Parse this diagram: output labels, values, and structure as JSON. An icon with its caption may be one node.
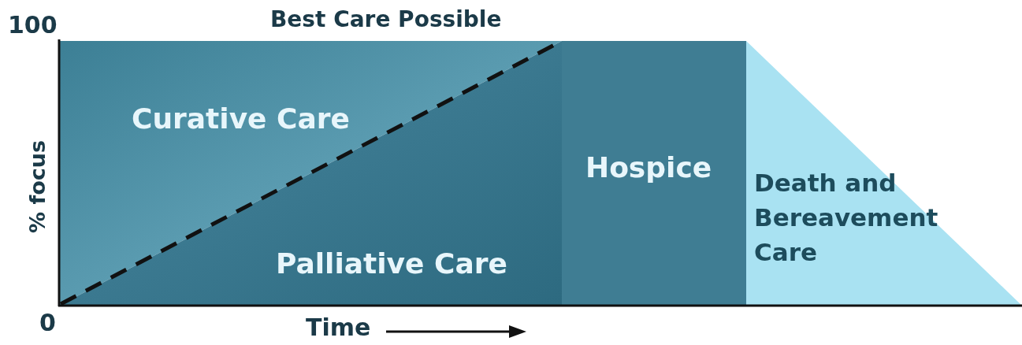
{
  "diagram": {
    "title": "Best Care Possible",
    "nodes": [
      {
        "text": [
          "Curative Care"
        ]
      },
      {
        "text": [
          "Palliative Care"
        ]
      },
      {
        "text": [
          "Hospice"
        ]
      },
      {
        "text": [
          "Death and Bereavement Care"
        ]
      }
    ],
    "labels": [
      "100",
      "% focus",
      "0",
      "Time"
    ]
  }
}
